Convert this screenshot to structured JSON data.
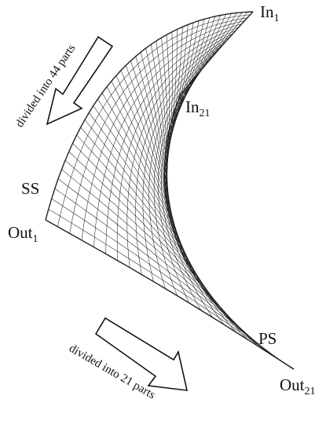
{
  "labels": {
    "in1": {
      "base": "In",
      "sub": "1"
    },
    "in21": {
      "base": "In",
      "sub": "21"
    },
    "ss": "SS",
    "out1": {
      "base": "Out",
      "sub": "1"
    },
    "ps": "PS",
    "out21": {
      "base": "Out",
      "sub": "21"
    }
  },
  "arrows": {
    "top_text": "divided into 44 parts",
    "bottom_text": "divided into 21 parts"
  },
  "mesh": {
    "rows": 44,
    "cols": 21,
    "line_color": "#222222"
  }
}
